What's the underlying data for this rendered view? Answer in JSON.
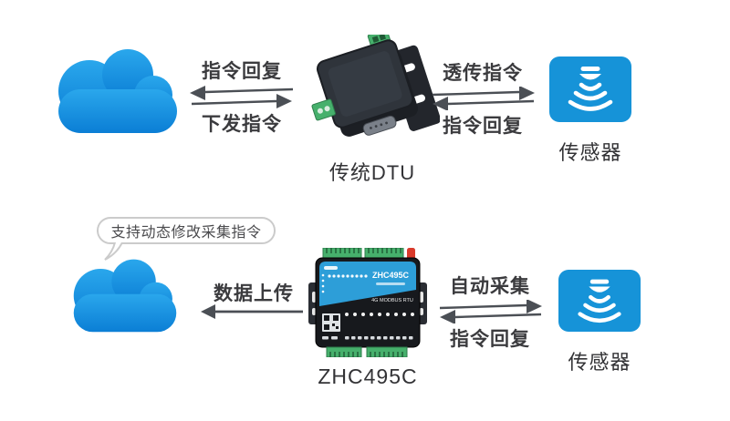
{
  "palette": {
    "cloud_top": "#2aa7ec",
    "cloud_bottom": "#0b7ed5",
    "sensor_blue": "#1693d8",
    "arrow_gray": "#4b4f55",
    "text_dark": "#3b3b3e",
    "bubble_border": "#cbcbcb",
    "terminal_green": "#46b06c",
    "device_panel_blue": "#2d9ed8",
    "antenna_red": "#d93a2b"
  },
  "top_flow": {
    "cloud": {
      "icon": "cloud-icon"
    },
    "cloud_link": {
      "up_label": "指令回复",
      "down_label": "下发指令"
    },
    "device": {
      "label": "传统DTU"
    },
    "sensor_link": {
      "up_label": "透传指令",
      "down_label": "指令回复"
    },
    "sensor": {
      "label": "传感器",
      "icon": "sensor-icon"
    }
  },
  "bottom_flow": {
    "callout": {
      "text": "支持动态修改采集指令"
    },
    "cloud": {
      "icon": "cloud-icon"
    },
    "upload_link": {
      "label": "数据上传"
    },
    "device": {
      "label": "ZHC495C",
      "panel_title": "ZHC495C",
      "panel_subtitle": "4G MODBUS RTU"
    },
    "sensor_link": {
      "up_label": "自动采集",
      "down_label": "指令回复"
    },
    "sensor": {
      "label": "传感器",
      "icon": "sensor-icon"
    }
  }
}
